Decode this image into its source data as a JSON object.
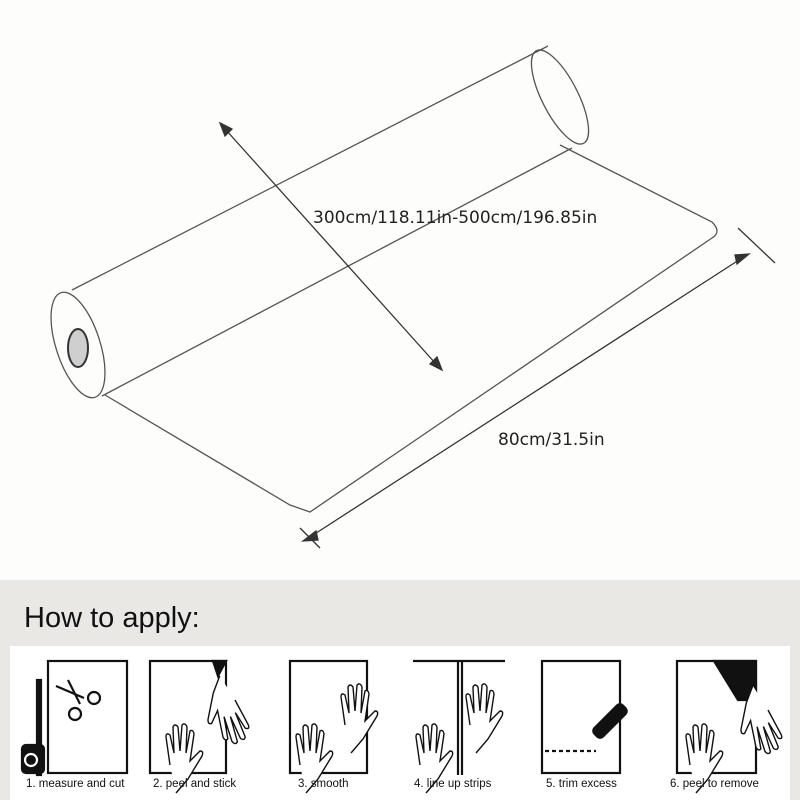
{
  "dimensions": {
    "length": "300cm/118.11in-500cm/196.85in",
    "width": "80cm/31.5in"
  },
  "instructions": {
    "title": "How to apply:",
    "steps": [
      {
        "label": "1. measure and cut",
        "icon": "scissors-tape-measure-icon"
      },
      {
        "label": "2. peel and stick",
        "icon": "peel-and-stick-icon"
      },
      {
        "label": "3. smooth",
        "icon": "smooth-hands-icon"
      },
      {
        "label": "4. line up strips",
        "icon": "line-up-strips-icon"
      },
      {
        "label": "5. trim excess",
        "icon": "utility-knife-icon"
      },
      {
        "label": "6. peel to remove",
        "icon": "peel-to-remove-icon"
      }
    ]
  }
}
